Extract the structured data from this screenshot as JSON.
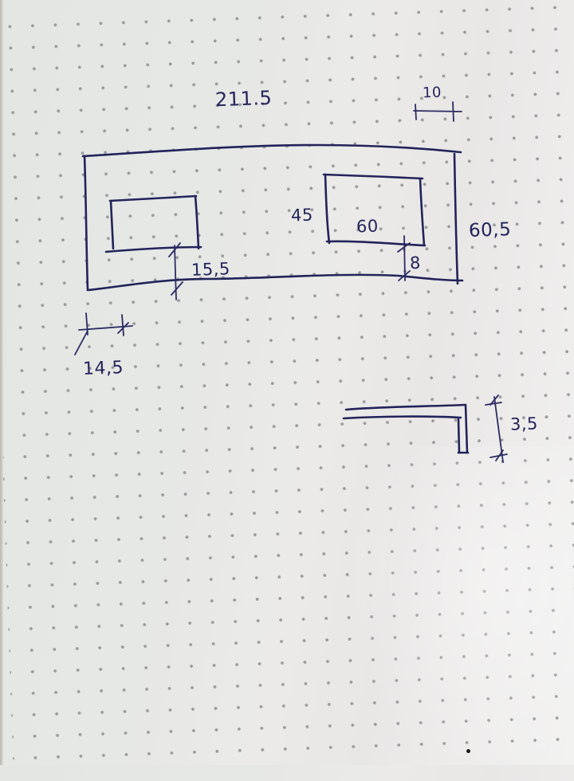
{
  "sketch": {
    "medium": "hand-drawn pen sketch on dotted notebook paper",
    "ink_color": "#23235a",
    "paper_color": "#e6e8e6",
    "main_outline": {
      "description": "large rectangular slab with two rectangular cutouts",
      "overall_width": "211.5",
      "overall_height": "60.5"
    },
    "left_cutout": {
      "offset_from_front_edge": "15.5",
      "offset_from_left_edge": "14.5"
    },
    "right_cutout": {
      "width": "60",
      "depth": "45",
      "offset_from_front_edge": "8"
    },
    "top_right_dimension": "10",
    "edge_profile": {
      "description": "L-shaped edge detail",
      "height": "3.5"
    }
  },
  "labels": {
    "overall_width": "211.5",
    "top_dim": "10",
    "right_cutout_depth": "45",
    "right_cutout_width": "60",
    "height": "60,5",
    "right_offset": "8",
    "left_offset": "15,5",
    "left_margin": "14,5",
    "profile_height": "3,5"
  }
}
